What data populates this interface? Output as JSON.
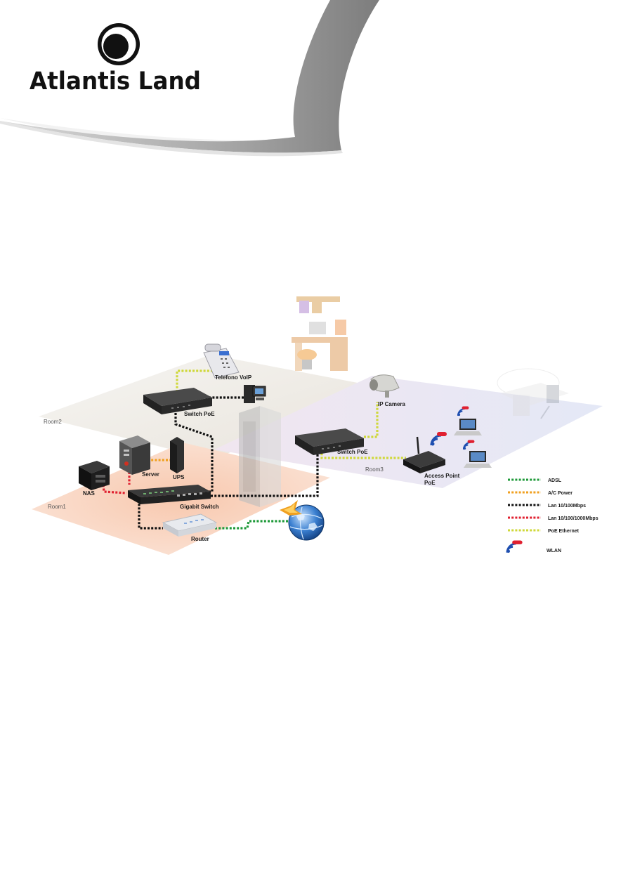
{
  "brand": {
    "name": "Atlantis Land"
  },
  "colors": {
    "adsl": "#1f9a3a",
    "ac_power": "#f0a020",
    "lan_100": "#111111",
    "lan_1000": "#e02030",
    "poe": "#cfd83a",
    "header_swoosh": "#8a8a8a",
    "room1_floor": "#f6d9c8",
    "room2_floor": "#efeeea",
    "room3_floor": "#e9eaf5"
  },
  "rooms": {
    "room1": "Room1",
    "room2": "Room2",
    "room3": "Room3"
  },
  "devices": {
    "voip_phone": "Telefono VoIP",
    "switch_poe_room2": "Switch PoE",
    "switch_poe_room3": "Switch PoE",
    "ip_camera": "IP Camera",
    "server": "Server",
    "ups": "UPS",
    "nas": "NAS",
    "gigabit_switch": "Gigabit Switch",
    "router": "Router",
    "access_point_line1": "Access Point",
    "access_point_line2": "PoE"
  },
  "icons": {
    "logo": "atlantis-logo-icon",
    "globe": "internet-globe-icon",
    "wlan": "wlan-icon"
  },
  "legend": {
    "adsl": "ADSL",
    "ac_power": "A/C Power",
    "lan_100": "Lan 10/100Mbps",
    "lan_1000": "Lan 10/100/1000Mbps",
    "poe": "PoE Ethernet",
    "wlan": "WLAN"
  }
}
